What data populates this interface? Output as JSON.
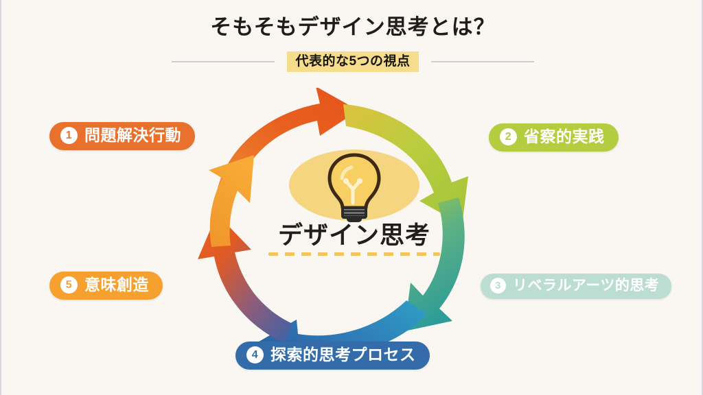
{
  "slide": {
    "background_color": "#faf7f3",
    "title": "そもそもデザイン思考とは？",
    "subtitle": "代表的な5つの視点",
    "subtitle_highlight_color": "#f6dc8d"
  },
  "center": {
    "label": "デザイン思考",
    "icon": "lightbulb-icon",
    "ellipse_color": "#f4cf6b",
    "underline_style": "dashed",
    "underline_color": "#f0c55b"
  },
  "cycle": {
    "type": "circular-process",
    "direction": "clockwise",
    "count": 5,
    "steps": [
      {
        "number": "1",
        "label": "問題解決行動",
        "color": "#e8712e",
        "text_color": "#ffffff",
        "position": "top-left",
        "arrow_color_from": "#e8561f",
        "arrow_color_to": "#ef7c2b"
      },
      {
        "number": "2",
        "label": "省察的実践",
        "color": "#b4cc3f",
        "text_color": "#ffffff",
        "position": "top-right",
        "arrow_color_from": "#d9b93c",
        "arrow_color_to": "#a8c63c"
      },
      {
        "number": "3",
        "label": "リベラルアーツ的思考",
        "color": "#bbddd2",
        "text_color": "#ffffff",
        "position": "right-bottom",
        "arrow_color_from": "#8bbf5e",
        "arrow_color_to": "#2f9e98"
      },
      {
        "number": "4",
        "label": "探索的思考プロセス",
        "color": "#336ca8",
        "text_color": "#ffffff",
        "position": "bottom",
        "arrow_color_from": "#2f9ec0",
        "arrow_color_to": "#2a64a8"
      },
      {
        "number": "5",
        "label": "意味創造",
        "color": "#f5a02f",
        "text_color": "#ffffff",
        "position": "left-bottom",
        "arrow_color_from": "#3a63a8",
        "arrow_color_to": "#ef7f2c"
      }
    ],
    "extra_arrow": {
      "name": "arrow-left-upper",
      "color_from": "#f5a62f",
      "color_to": "#f0952c"
    }
  }
}
